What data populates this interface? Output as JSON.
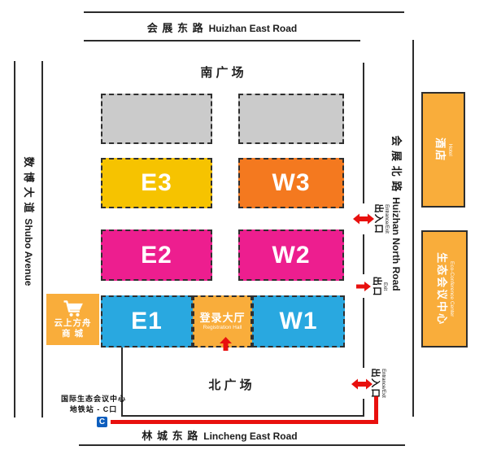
{
  "roads": {
    "top": {
      "zh": "会 展 东 路",
      "en": "Huizhan East Road"
    },
    "bottom": {
      "zh": "林 城 东 路",
      "en": "Lincheng East Road"
    },
    "left": {
      "zh": "数  博  大  道",
      "en": "Shubo Avenue"
    },
    "right": {
      "zh": "会  展  北  路",
      "en": "Huizhan North Road"
    }
  },
  "plazas": {
    "south": "南  广  场",
    "north": "北  广  场"
  },
  "halls": {
    "e3": "E3",
    "w3": "W3",
    "e2": "E2",
    "w2": "W2",
    "e1": "E1",
    "w1": "W1"
  },
  "registration": {
    "zh": "登录大厅",
    "en": "Registration Hall"
  },
  "mall": {
    "line1": "云上方舟",
    "line2": "商 城"
  },
  "hotel": {
    "zh": "酒店",
    "en": "Hotel"
  },
  "eco_center": {
    "zh": "生态会议中心",
    "en": "Eco-Conference Center"
  },
  "markers": {
    "entrance_exit_top": {
      "zh": "出入口",
      "en": "Entrance/Exit"
    },
    "exit_middle": {
      "zh": "出口",
      "en": "Exit"
    },
    "entrance_exit_bottom": {
      "zh": "出入口",
      "en": "Entrance/Exit"
    }
  },
  "metro": {
    "line1": "国际生态会议中心",
    "line2": "地铁站 - C口",
    "badge": "C"
  },
  "colors": {
    "hall_gray": "#cbcbcb",
    "hall_gold": "#f6c300",
    "hall_orange": "#f4791f",
    "hall_magenta": "#ed1e8f",
    "hall_blue": "#29a8e0",
    "amber_orange": "#f9ad3b",
    "accent_red": "#e8100e",
    "metro_blue": "#0d5ebe",
    "line_dark": "#2b2b2b"
  }
}
